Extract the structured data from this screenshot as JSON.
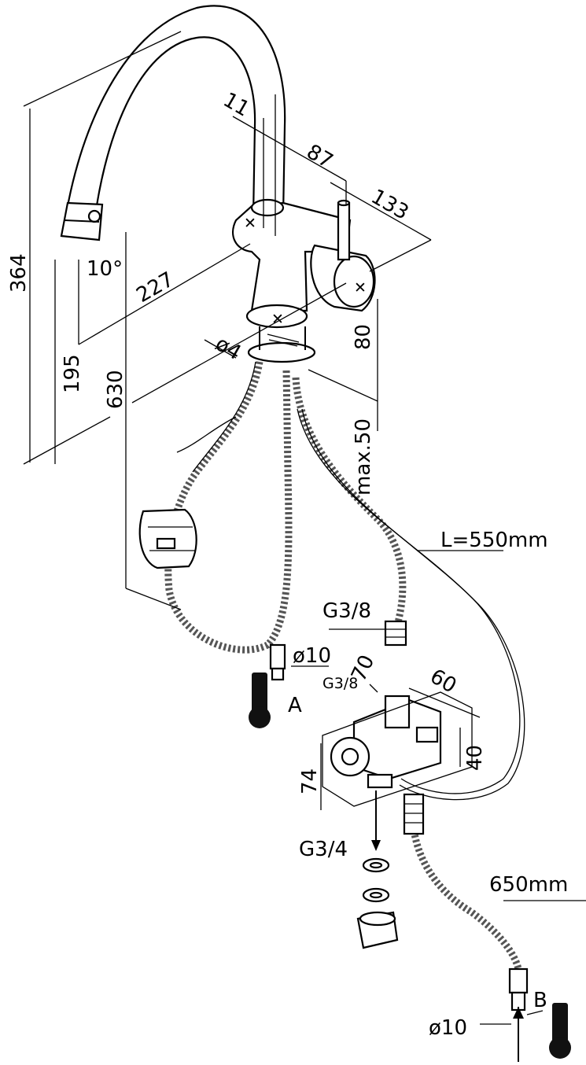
{
  "dimensions": {
    "spout_height": "364",
    "spout_reach": "227",
    "under_hose": "630",
    "spray_height": "195",
    "swivel_angle": "10°",
    "handle_width": "11",
    "handle_depth": "87",
    "body_depth": "133",
    "body_height": "80",
    "hole_dia": "ø4",
    "max_thickness": "max.50",
    "hose_length": "L=550mm",
    "thread_top": "G3/8",
    "inlet_a_dia": "ø10",
    "inlet_a_label": "A",
    "valve_thread": "G3/8",
    "valve_width": "70",
    "valve_depth": "60",
    "valve_height": "40",
    "valve_body_height": "74",
    "outlet_thread": "G3/4",
    "supply_length": "650mm",
    "inlet_b_label": "B",
    "inlet_b_dia": "ø10"
  }
}
